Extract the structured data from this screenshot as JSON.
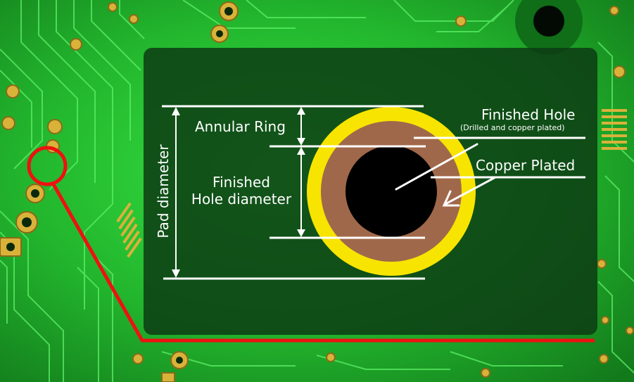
{
  "labels": {
    "annular_ring": "Annular Ring",
    "finished_hole_diameter_line1": "Finished",
    "finished_hole_diameter_line2": "Hole diameter",
    "pad_diameter": "Pad diameter",
    "finished_hole": "Finished Hole",
    "finished_hole_note": "(Drilled and copper plated)",
    "copper_plated": "Copper Plated"
  },
  "colors": {
    "board_light": "#2fd63a",
    "board_dark": "#0f6e17",
    "trace": "#58e85f",
    "pad_gold": "#d9b23a",
    "panel": "#0d3d14",
    "pad_ring": "#f7e400",
    "copper": "#a0684a",
    "hole": "#000000",
    "highlight_red": "#ee1111",
    "annotation": "#ffffff"
  }
}
